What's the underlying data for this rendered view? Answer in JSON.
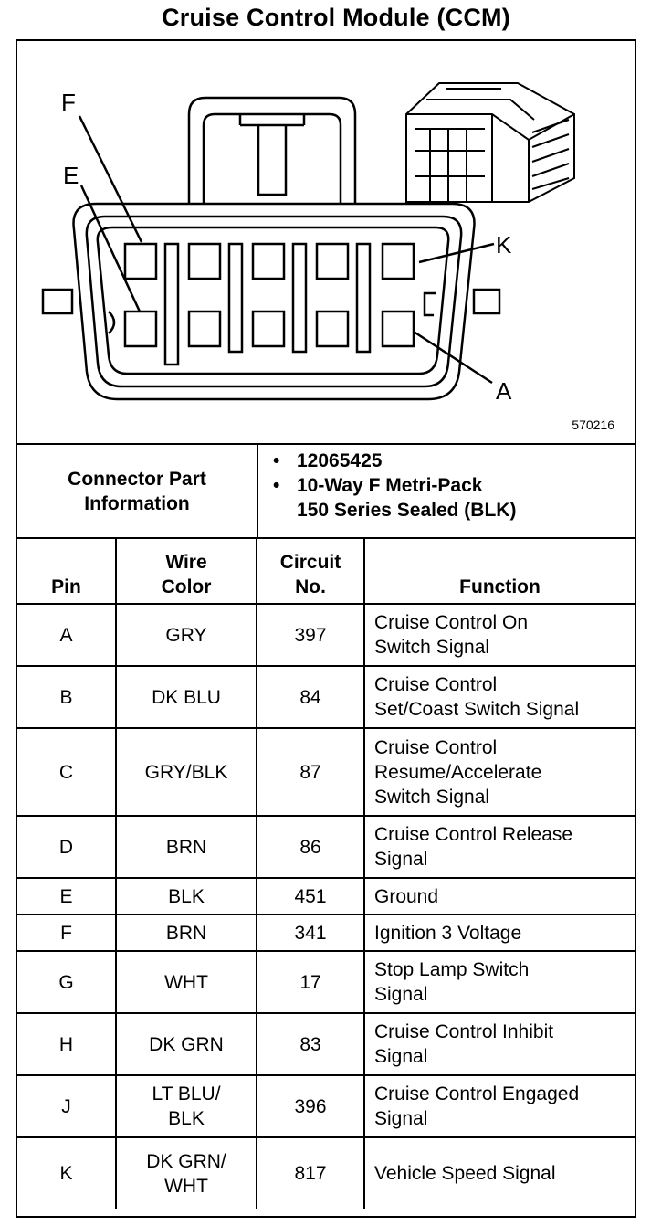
{
  "title": "Cruise Control Module (CCM)",
  "figure": {
    "id": "570216",
    "callouts": [
      "F",
      "E",
      "K",
      "A"
    ]
  },
  "connector": {
    "label": "Connector Part Information",
    "items": [
      "12065425",
      "10-Way F Metri-Pack",
      "150 Series Sealed (BLK)"
    ]
  },
  "table": {
    "headers": {
      "pin": "Pin",
      "wire_color_1": "Wire",
      "wire_color_2": "Color",
      "circuit_1": "Circuit",
      "circuit_2": "No.",
      "function": "Function"
    },
    "rows": [
      {
        "pin": "A",
        "color": [
          "GRY"
        ],
        "circuit": "397",
        "function": [
          "Cruise Control On",
          "Switch Signal"
        ]
      },
      {
        "pin": "B",
        "color": [
          "DK BLU"
        ],
        "circuit": "84",
        "function": [
          "Cruise Control",
          "Set/Coast Switch Signal"
        ]
      },
      {
        "pin": "C",
        "color": [
          "GRY/BLK"
        ],
        "circuit": "87",
        "function": [
          "Cruise Control",
          "Resume/Accelerate",
          "Switch Signal"
        ]
      },
      {
        "pin": "D",
        "color": [
          "BRN"
        ],
        "circuit": "86",
        "function": [
          "Cruise Control Release",
          "Signal"
        ]
      },
      {
        "pin": "E",
        "color": [
          "BLK"
        ],
        "circuit": "451",
        "function": [
          "Ground"
        ]
      },
      {
        "pin": "F",
        "color": [
          "BRN"
        ],
        "circuit": "341",
        "function": [
          "Ignition 3 Voltage"
        ]
      },
      {
        "pin": "G",
        "color": [
          "WHT"
        ],
        "circuit": "17",
        "function": [
          "Stop Lamp Switch",
          "Signal"
        ]
      },
      {
        "pin": "H",
        "color": [
          "DK GRN"
        ],
        "circuit": "83",
        "function": [
          "Cruise Control Inhibit",
          "Signal"
        ]
      },
      {
        "pin": "J",
        "color": [
          "LT BLU/",
          "BLK"
        ],
        "circuit": "396",
        "function": [
          "Cruise Control Engaged",
          "Signal"
        ]
      },
      {
        "pin": "K",
        "color": [
          "DK GRN/",
          "WHT"
        ],
        "circuit": "817",
        "function": [
          "Vehicle Speed Signal"
        ]
      }
    ]
  }
}
